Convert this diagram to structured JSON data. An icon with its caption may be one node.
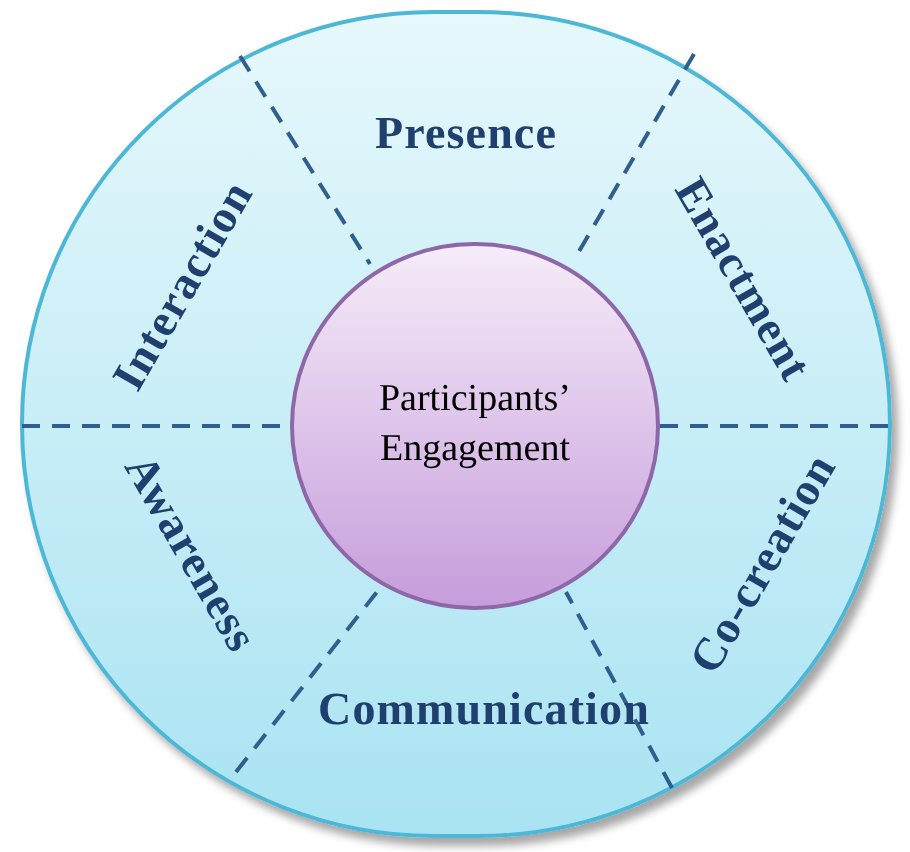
{
  "diagram": {
    "nodes": [
      {
        "text": [],
        "shape": "circle"
      },
      {
        "text": [
          "Participants’ Engagement"
        ],
        "in": 0
      }
    ],
    "labels": [
      "Presence",
      "Interaction",
      "Enactment",
      "Awareness",
      "Co-creation",
      "Communication"
    ]
  }
}
